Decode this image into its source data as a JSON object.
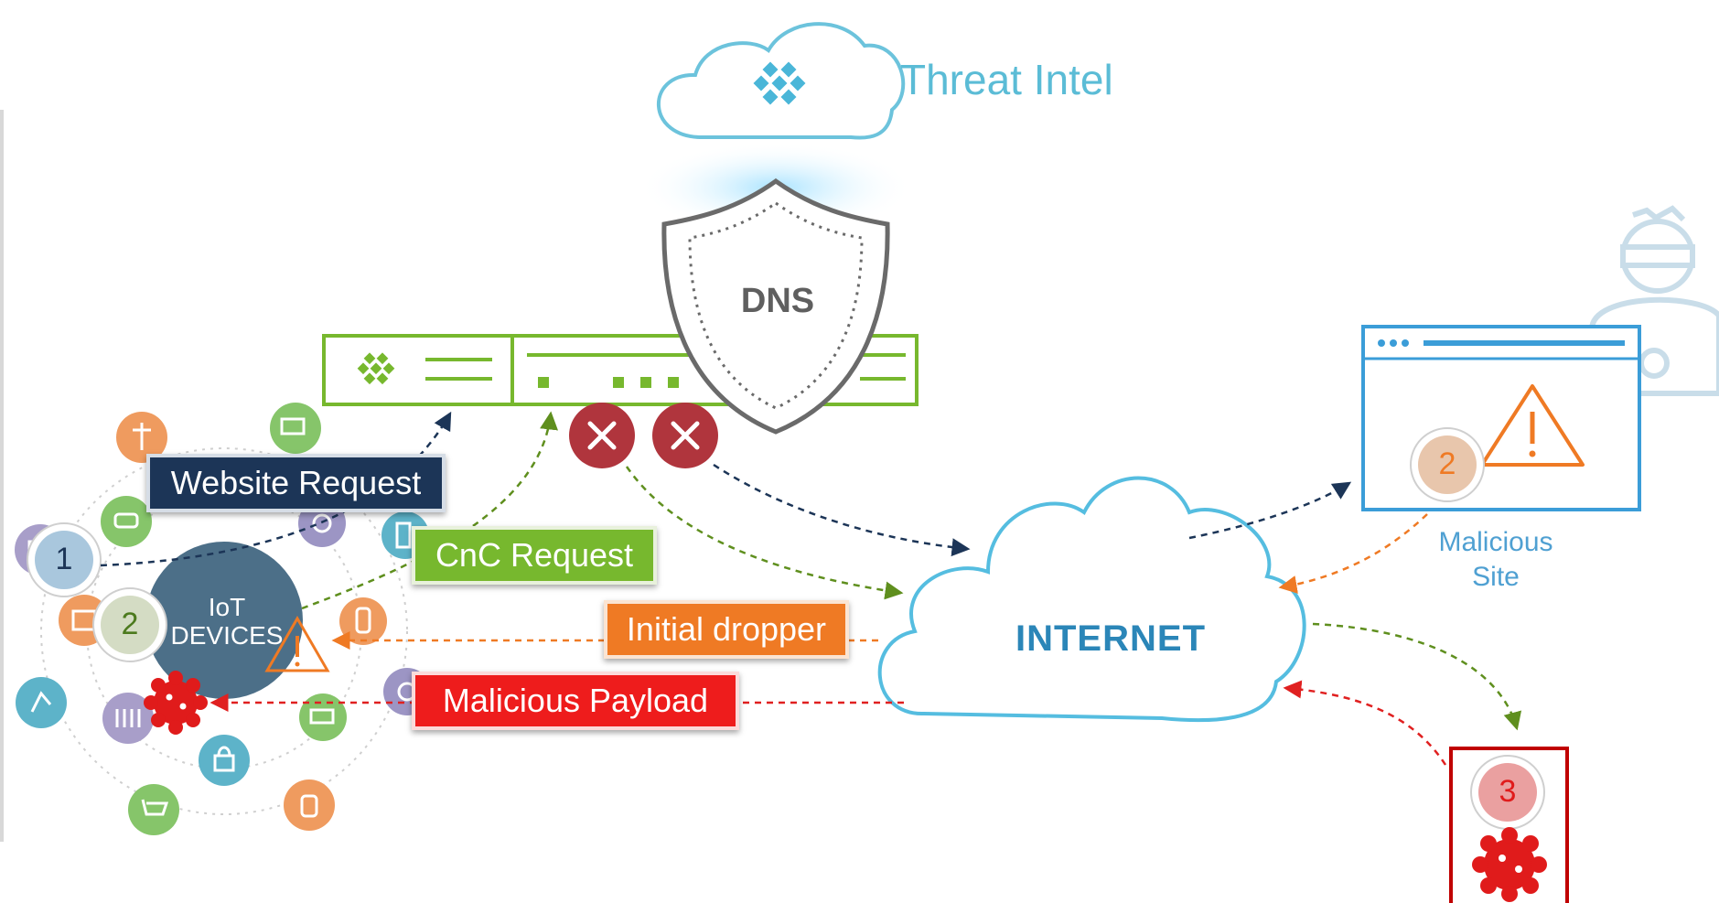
{
  "threat_intel": {
    "label": "Threat Intel"
  },
  "dns": {
    "label": "DNS"
  },
  "internet": {
    "label": "INTERNET"
  },
  "iot": {
    "label": "IoT DEVICES"
  },
  "malicious_site": {
    "label": "Malicious Site"
  },
  "requests": {
    "website": "Website Request",
    "cnc": "CnC Request",
    "initial_dropper": "Initial dropper",
    "malicious_payload": "Malicious Payload"
  },
  "steps": {
    "iot_step_1": "1",
    "iot_step_2": "2",
    "site_step_2": "2",
    "payload_step_3": "3"
  },
  "colors": {
    "navy": "#1c3557",
    "green": "#77b82e",
    "orange": "#ef7a24",
    "red": "#ee1c1c",
    "cloud": "#5bbcd6",
    "block": "#b0353d"
  },
  "icons": [
    "cloud-icon",
    "shield-icon",
    "block-x-icon",
    "hacker-icon",
    "browser-window-icon",
    "warning-icon",
    "virus-icon",
    "iot-device-icon"
  ]
}
